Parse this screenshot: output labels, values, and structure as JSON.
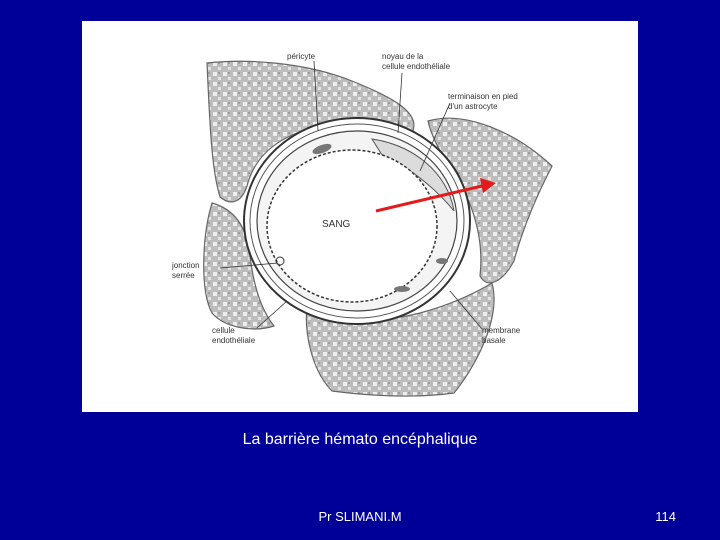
{
  "figure": {
    "labels": {
      "pericyte": "péricyte",
      "noyau_line1": "noyau de la",
      "noyau_line2": "cellule endothéliale",
      "terminaison_line1": "terminaison en pied",
      "terminaison_line2": "d'un astrocyte",
      "sang": "SANG",
      "jonction_line1": "jonction",
      "jonction_line2": "serrée",
      "cellule_line1": "cellule",
      "cellule_line2": "endothéliale",
      "membrane_line1": "membrane",
      "membrane_line2": "basale"
    },
    "arrow_color": "#e31b1b"
  },
  "caption": "La barrière hémato encéphalique",
  "footer": {
    "author": "Pr SLIMANI.M",
    "slide_number": "114"
  }
}
